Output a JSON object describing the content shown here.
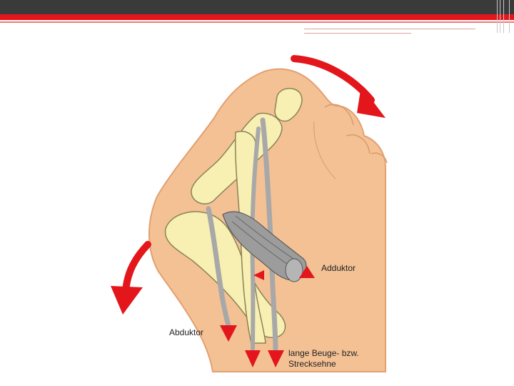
{
  "labels": {
    "adductor": "Adduktor",
    "abductor": "Abduktor",
    "long_tendon_line1": "lange Beuge- bzw.",
    "long_tendon_line2": "Strecksehne"
  },
  "colors": {
    "header_dark": "#3a3a3a",
    "accent_red": "#e3161b",
    "skin": "#f4c195",
    "bone": "#f7f0b2",
    "tendon": "#a8a8a8",
    "arrow": "#e3161b"
  }
}
